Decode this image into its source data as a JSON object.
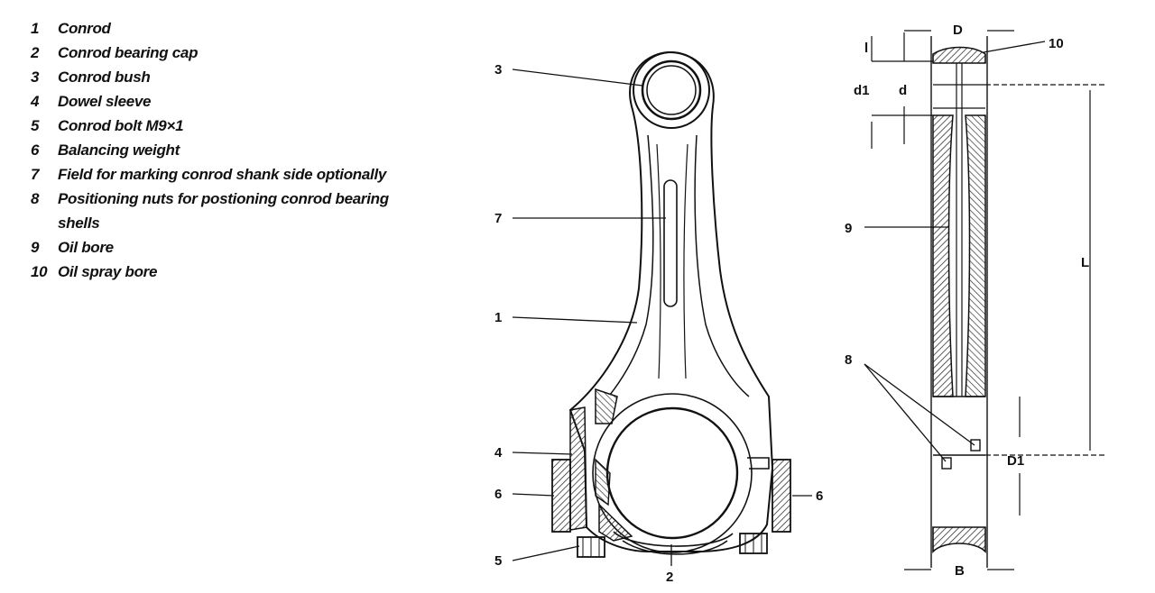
{
  "legend": [
    {
      "num": "1",
      "text": "Conrod"
    },
    {
      "num": "2",
      "text": "Conrod bearing cap"
    },
    {
      "num": "3",
      "text": "Conrod bush"
    },
    {
      "num": "4",
      "text": "Dowel sleeve"
    },
    {
      "num": "5",
      "text": "Conrod bolt M9×1"
    },
    {
      "num": "6",
      "text": "Balancing weight"
    },
    {
      "num": "7",
      "text": "Field for marking conrod shank side optionally"
    },
    {
      "num": "8",
      "text": "Positioning nuts for postioning conrod bearing shells"
    },
    {
      "num": "9",
      "text": "Oil bore"
    },
    {
      "num": "10",
      "text": "Oil spray bore"
    }
  ],
  "callouts": {
    "c1": "1",
    "c2": "2",
    "c3": "3",
    "c4": "4",
    "c5": "5",
    "c6a": "6",
    "c6b": "6",
    "c7": "7",
    "c8": "8",
    "c9": "9",
    "c10": "10"
  },
  "dimensions": {
    "D": "D",
    "B": "B",
    "d": "d",
    "d1": "d1",
    "L": "L",
    "D1": "D1",
    "l": "l"
  },
  "colors": {
    "ink": "#111111",
    "hatch": "#333333"
  }
}
